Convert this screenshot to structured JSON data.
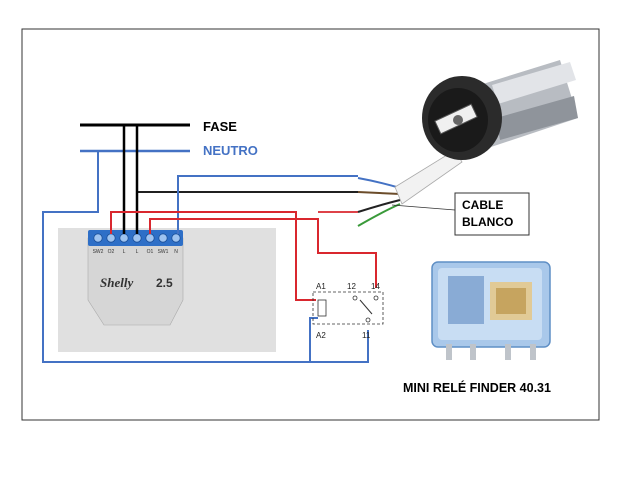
{
  "labels": {
    "fase": "FASE",
    "neutro": "NEUTRO",
    "cable_line1": "CABLE",
    "cable_line2": "BLANCO",
    "relay_caption": "MINI RELÉ FINDER 40.31"
  },
  "shelly": {
    "brand": "Shelly",
    "model": "2.5",
    "terminals": [
      "SW2",
      "O2",
      "L",
      "L",
      "O1",
      "SW1",
      "N"
    ]
  },
  "relay_terminals": {
    "a1": "A1",
    "a2": "A2",
    "t12": "12",
    "t14": "14",
    "t11": "11"
  },
  "colors": {
    "fase_wire": "#000000",
    "neutro_wire": "#4472c4",
    "output_wire": "#d9272e",
    "neutro_label": "#4472c4",
    "module_bg": "#e0e0e0",
    "shelly_body": "#d6d6d6",
    "terminal_blue": "#2e6fc7"
  }
}
